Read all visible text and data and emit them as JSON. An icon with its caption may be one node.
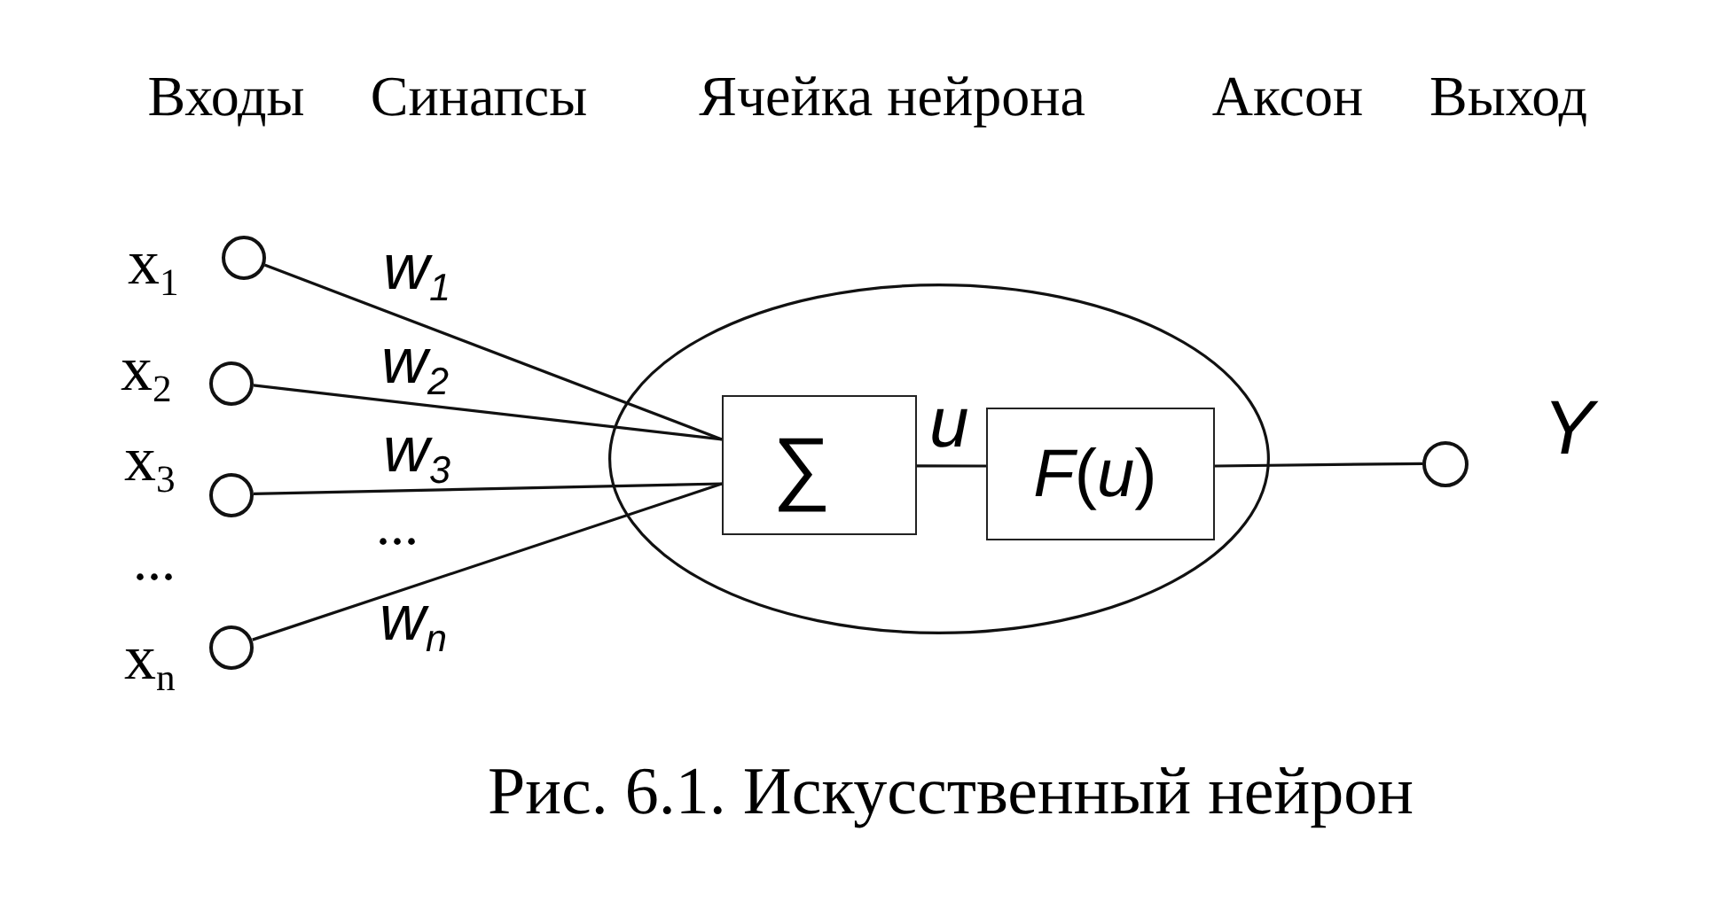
{
  "diagram": {
    "caption": "Рис. 6.1. Искусственный нейрон",
    "nodes": [
      {
        "text": [],
        "shape": "circle",
        "beside": [
          "x$_{1}$"
        ]
      },
      {
        "text": [],
        "shape": "circle",
        "beside": [
          "x$_{2}$"
        ]
      },
      {
        "text": [],
        "shape": "circle",
        "beside": [
          "x$_{3}$"
        ]
      },
      {
        "text": [],
        "shape": "circle",
        "beside": [
          "x$_{n}$"
        ]
      },
      {
        "text": [],
        "shape": "ellipse"
      },
      {
        "text": [
          "∑"
        ],
        "in": 4
      },
      {
        "text": [
          "*F*(*u*)"
        ],
        "in": 4
      },
      {
        "text": [],
        "shape": "circle",
        "beside": [
          "Y"
        ]
      }
    ],
    "edges": [
      {
        "from": 0,
        "to": 5,
        "arrow": "none",
        "label": "w$_{1}$"
      },
      {
        "from": 1,
        "to": 5,
        "arrow": "none",
        "label": "w$_{2}$"
      },
      {
        "from": 2,
        "to": 5,
        "arrow": "none",
        "label": "w$_{3}$"
      },
      {
        "from": 3,
        "to": 5,
        "arrow": "none",
        "label": "w$_{n}$"
      },
      {
        "from": 5,
        "to": 6,
        "arrow": "none",
        "label": "u"
      },
      {
        "from": 6,
        "to": 7,
        "arrow": "none"
      }
    ],
    "labels": [
      "Входы",
      "Синапсы",
      "Ячейка нейрона",
      "Аксон",
      "Выход",
      "...",
      "..."
    ]
  }
}
